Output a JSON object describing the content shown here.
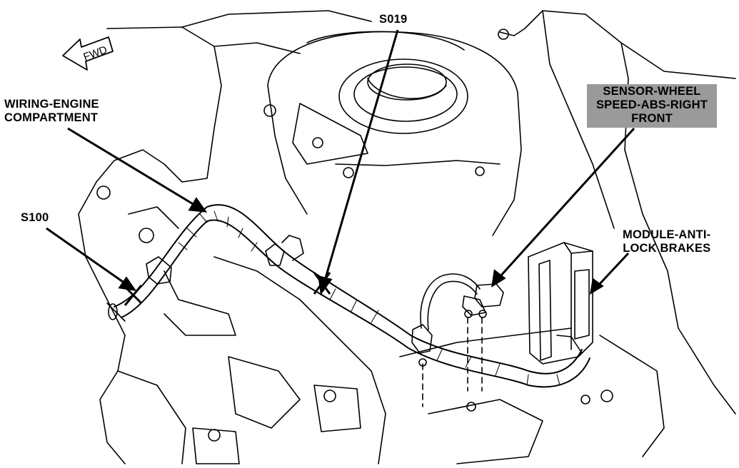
{
  "diagram": {
    "fwd_indicator": "FWD",
    "callouts": [
      {
        "id": "s019",
        "lines": [
          "S019"
        ]
      },
      {
        "id": "wiring",
        "lines": [
          "WIRING-ENGINE",
          "COMPARTMENT"
        ]
      },
      {
        "id": "sensor",
        "lines": [
          "SENSOR-WHEEL",
          "SPEED-ABS-RIGHT",
          "FRONT"
        ]
      },
      {
        "id": "s100",
        "lines": [
          "S100"
        ]
      },
      {
        "id": "module",
        "lines": [
          "MODULE-ANTI-",
          "LOCK BRAKES"
        ]
      }
    ]
  },
  "colors": {
    "line": "#000000",
    "background": "#ffffff",
    "highlight_box": "#9a9a9a"
  }
}
